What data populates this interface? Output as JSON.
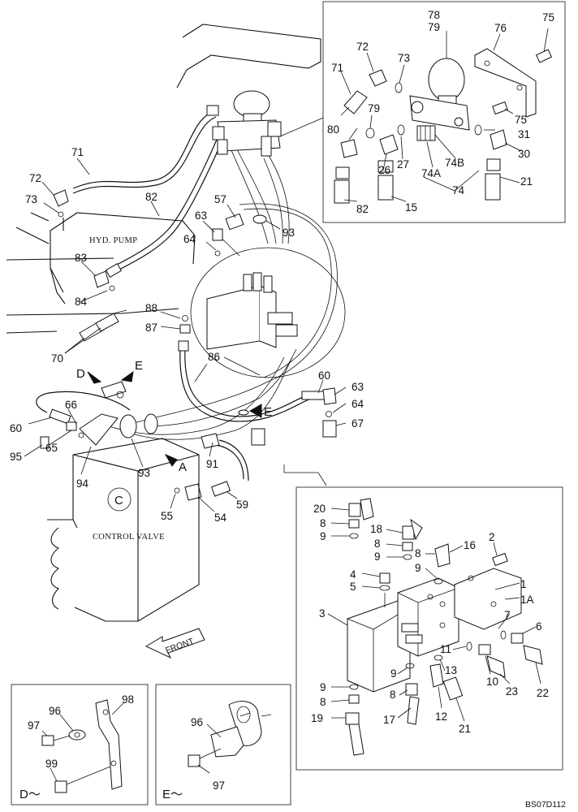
{
  "drawing_code": "BS07D112",
  "component_labels": {
    "hyd_pump": "HYD. PUMP",
    "control_valve": "CONTROL VALVE",
    "front": "FRONT"
  },
  "view_markers": {
    "d": "D",
    "e": "E",
    "a": "A",
    "c": "C",
    "d_view": "D～",
    "e_view": "E～"
  },
  "part_numbers": {
    "main": [
      "71",
      "72",
      "73",
      "82",
      "83",
      "84",
      "70",
      "88",
      "87",
      "86",
      "57",
      "63",
      "64",
      "93",
      "60",
      "66",
      "95",
      "65",
      "94",
      "93",
      "91",
      "55",
      "54",
      "59",
      "60",
      "63",
      "64",
      "67"
    ],
    "detail_top": [
      "78",
      "79",
      "72",
      "73",
      "75",
      "76",
      "71",
      "79",
      "80",
      "26",
      "27",
      "74A",
      "74B",
      "31",
      "30",
      "75",
      "74",
      "21",
      "82",
      "15"
    ],
    "detail_valve": [
      "20",
      "8",
      "9",
      "18",
      "8",
      "9",
      "16",
      "8",
      "9",
      "2",
      "4",
      "5",
      "1",
      "1A",
      "3",
      "7",
      "6",
      "11",
      "10",
      "23",
      "22",
      "9",
      "13",
      "8",
      "12",
      "21",
      "9",
      "8",
      "19",
      "17"
    ],
    "detail_d": [
      "96",
      "98",
      "97",
      "99"
    ],
    "detail_e": [
      "96",
      "97"
    ]
  }
}
